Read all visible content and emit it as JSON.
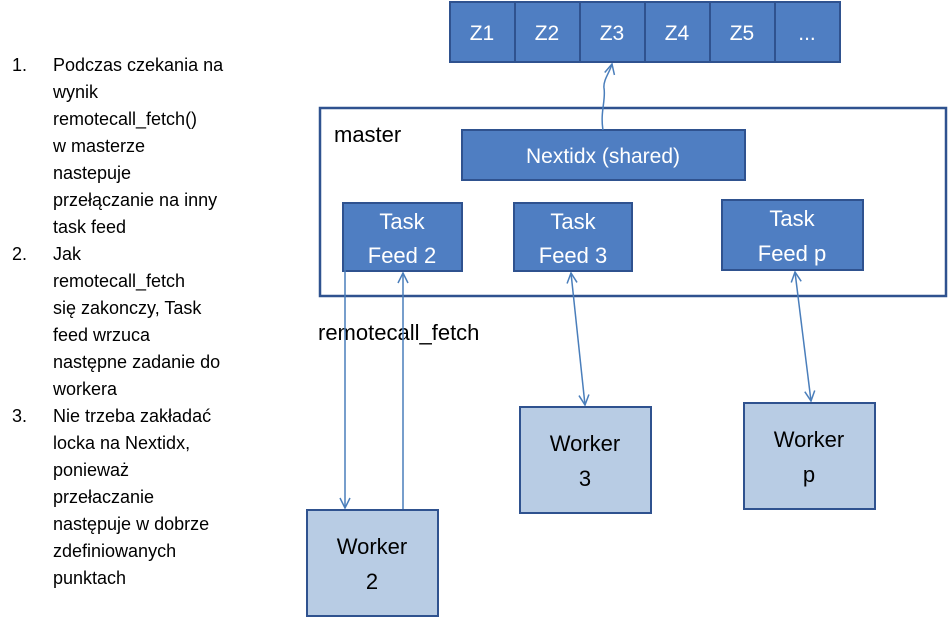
{
  "notes": [
    {
      "number": "1.",
      "lines": [
        "Podczas czekania na",
        "wynik",
        "remotecall_fetch()",
        "w masterze",
        "nastepuje",
        "przełączanie na inny",
        "task feed"
      ]
    },
    {
      "number": "2.",
      "lines": [
        "Jak",
        "remotecall_fetch",
        "się zakonczy, Task",
        "feed wrzuca",
        "następne zadanie do",
        "workera"
      ]
    },
    {
      "number": "3.",
      "lines": [
        "Nie trzeba zakładać",
        "locka na Nextidx,",
        "ponieważ",
        "przełaczanie",
        "następuje w dobrze",
        "zdefiniowanych",
        "punktach"
      ]
    }
  ],
  "queue": [
    "Z1",
    "Z2",
    "Z3",
    "Z4",
    "Z5",
    "..."
  ],
  "master_label": "master",
  "nextidx_label": "Nextidx (shared)",
  "task_feeds": [
    {
      "line1": "Task",
      "line2": "Feed 2"
    },
    {
      "line1": "Task",
      "line2": "Feed 3"
    },
    {
      "line1": "Task",
      "line2": "Feed p"
    }
  ],
  "workers": [
    {
      "line1": "Worker",
      "line2": "2"
    },
    {
      "line1": "Worker",
      "line2": "3"
    },
    {
      "line1": "Worker",
      "line2": "p"
    }
  ],
  "remotecall_label": "remotecall_fetch",
  "colors": {
    "dark_blue": "#4F7EC2",
    "border_blue": "#2F528F",
    "light_blue": "#B8CCE4",
    "arrow": "#4A7EBB"
  }
}
